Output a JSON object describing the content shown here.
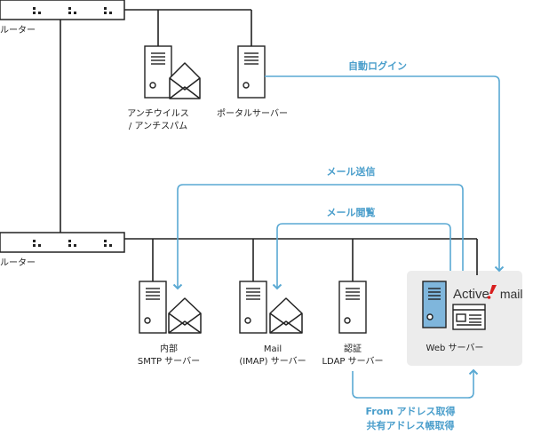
{
  "routers": {
    "top_label": "ルーター",
    "bottom_label": "ルーター"
  },
  "servers": {
    "antivirus": {
      "line1": "アンチウイルス",
      "line2": "/ アンチスパム"
    },
    "portal": {
      "line1": "ポータルサーバー"
    },
    "smtp": {
      "line1": "内部",
      "line2": "SMTP サーバー"
    },
    "imap": {
      "line1": "Mail",
      "line2": "(IMAP) サーバー"
    },
    "ldap": {
      "line1": "認証",
      "line2": "LDAP サーバー"
    },
    "web": {
      "line1": "Web サーバー"
    }
  },
  "flows": {
    "auto_login": "自動ログイン",
    "mail_send": "メール送信",
    "mail_view": "メール閲覧",
    "ldap_line1": "From アドレス取得",
    "ldap_line2": "共有アドレス帳取得"
  },
  "logo": {
    "part1": "Active",
    "part2": "mail",
    "accent": "#d81e1e"
  },
  "colors": {
    "flow": "#5aa9d3",
    "line": "#222222",
    "server_fill": "#ffffff",
    "web_server_fill": "#7fb6dc",
    "panel": "#ececec"
  }
}
